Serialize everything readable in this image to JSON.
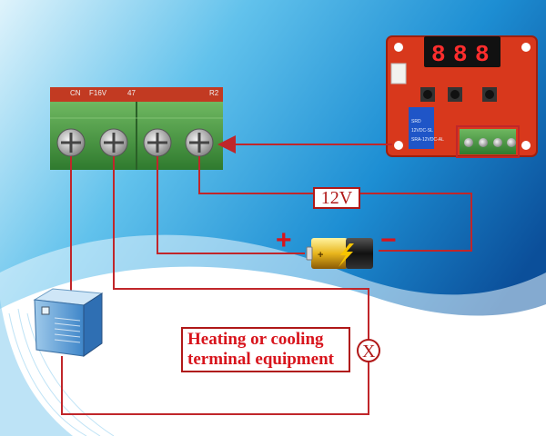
{
  "labels": {
    "voltage": "12V",
    "positive": "+",
    "negative": "−",
    "equipment_line1": "Heating or cooling",
    "equipment_line2": "terminal equipment",
    "lamp_symbol": "X"
  },
  "controller": {
    "display": [
      "8",
      "8",
      "8"
    ],
    "relay_text": [
      "SRD",
      "12VDC-SL",
      "SRA-12VDC-AL"
    ]
  },
  "terminal_block": {
    "silkscreen": [
      "CN",
      "F16V",
      "47",
      "R2"
    ]
  },
  "icons": [
    "terminal-screw-icon",
    "battery-icon",
    "lightning-icon",
    "lamp-icon",
    "chiller-unit-icon"
  ],
  "colors": {
    "wire": "#c0262a",
    "label_border": "#b01818",
    "label_text": "#d8141c",
    "background_blue": "#0d7fc6",
    "terminal_green": "#4f9a45",
    "pcb_red": "#d8381c"
  }
}
